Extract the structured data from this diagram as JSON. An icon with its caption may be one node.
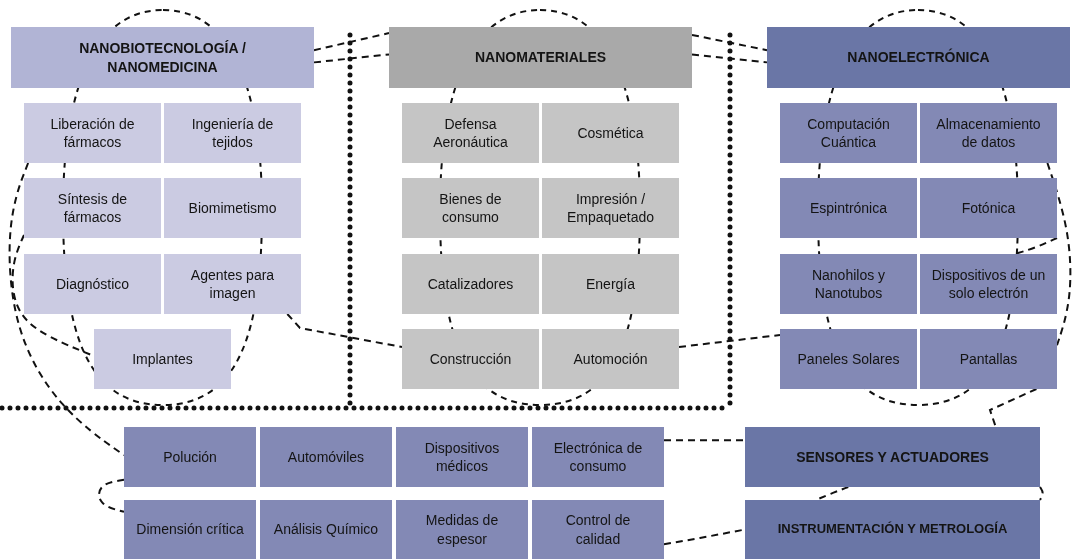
{
  "diagram": {
    "nodes": [
      {
        "text": [
          "NANOBIOTECNOLOGÍA / NANOMEDICINA"
        ]
      },
      {
        "text": [
          "Liberación de fármacos"
        ]
      },
      {
        "text": [
          "Ingeniería de tejidos"
        ]
      },
      {
        "text": [
          "Síntesis de fármacos"
        ]
      },
      {
        "text": [
          "Biomimetismo"
        ]
      },
      {
        "text": [
          "Diagnóstico"
        ]
      },
      {
        "text": [
          "Agentes para imagen"
        ]
      },
      {
        "text": [
          "Implantes"
        ]
      },
      {
        "text": [
          "NANOMATERIALES"
        ]
      },
      {
        "text": [
          "Defensa Aeronáutica"
        ]
      },
      {
        "text": [
          "Cosmética"
        ]
      },
      {
        "text": [
          "Bienes de consumo"
        ]
      },
      {
        "text": [
          "Impresión / Empaquetado"
        ]
      },
      {
        "text": [
          "Catalizadores"
        ]
      },
      {
        "text": [
          "Energía"
        ]
      },
      {
        "text": [
          "Construcción"
        ]
      },
      {
        "text": [
          "Automoción"
        ]
      },
      {
        "text": [
          "NANOELECTRÓNICA"
        ]
      },
      {
        "text": [
          "Computación Cuántica"
        ]
      },
      {
        "text": [
          "Almacenamiento de datos"
        ]
      },
      {
        "text": [
          "Espintrónica"
        ]
      },
      {
        "text": [
          "Fotónica"
        ]
      },
      {
        "text": [
          "Nanohilos y Nanotubos"
        ]
      },
      {
        "text": [
          "Dispositivos de un solo electrón"
        ]
      },
      {
        "text": [
          "Paneles Solares"
        ]
      },
      {
        "text": [
          "Pantallas"
        ]
      },
      {
        "text": [
          "Polución"
        ]
      },
      {
        "text": [
          "Automóviles"
        ]
      },
      {
        "text": [
          "Dispositivos médicos"
        ]
      },
      {
        "text": [
          "Electrónica de consumo"
        ]
      },
      {
        "text": [
          "SENSORES Y ACTUADORES"
        ]
      },
      {
        "text": [
          "Dimensión crítica"
        ]
      },
      {
        "text": [
          "Análisis Químico"
        ]
      },
      {
        "text": [
          "Medidas de espesor"
        ]
      },
      {
        "text": [
          "Control de calidad"
        ]
      },
      {
        "text": [
          "INSTRUMENTACIÓN Y METROLOGÍA"
        ]
      }
    ],
    "edges": [
      {
        "from": 0,
        "to": 8,
        "arrow": "none",
        "style": "dashed"
      },
      {
        "from": 0,
        "to": 8,
        "arrow": "none",
        "style": "dashed"
      },
      {
        "from": 8,
        "to": 17,
        "arrow": "none",
        "style": "dashed"
      },
      {
        "from": 8,
        "to": 17,
        "arrow": "none",
        "style": "dashed"
      },
      {
        "from": 6,
        "to": 15,
        "arrow": "none",
        "style": "dashed"
      },
      {
        "from": 16,
        "to": 24,
        "arrow": "none",
        "style": "dashed"
      },
      {
        "from": 29,
        "to": 30,
        "arrow": "none",
        "style": "dashed"
      },
      {
        "from": 34,
        "to": 35,
        "arrow": "none",
        "style": "dashed"
      },
      {
        "from": 25,
        "to": 30,
        "arrow": "none",
        "style": "dashed"
      },
      {
        "from": 1,
        "to": 26,
        "arrow": "none",
        "style": "dashed"
      },
      {
        "from": 3,
        "to": 7,
        "arrow": "none",
        "style": "dashed"
      },
      {
        "from": 26,
        "to": 31,
        "arrow": "none",
        "style": "dashed"
      },
      {
        "from": 19,
        "to": 25,
        "arrow": "none",
        "style": "dashed"
      },
      {
        "from": 21,
        "to": 23,
        "arrow": "none",
        "style": "dashed"
      },
      {
        "from": 30,
        "to": 35,
        "arrow": "none",
        "style": "dashed"
      },
      {
        "from": 30,
        "to": 35,
        "arrow": "none",
        "style": "dashed"
      }
    ]
  }
}
